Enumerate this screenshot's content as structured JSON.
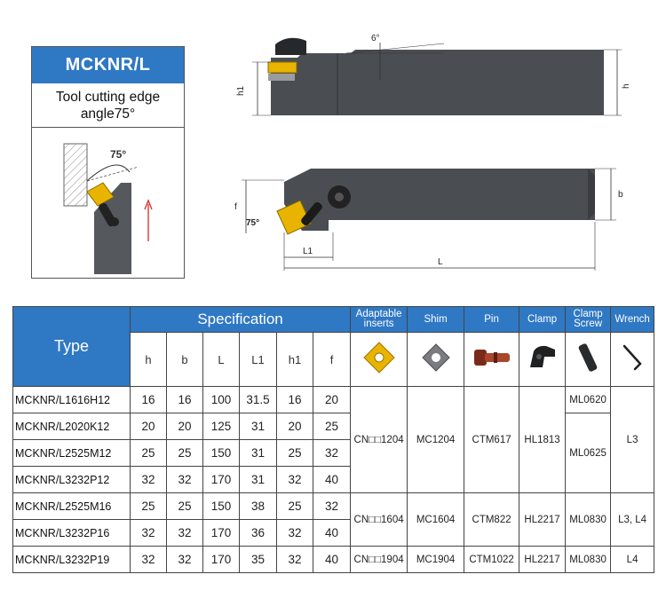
{
  "card": {
    "title": "MCKNR/L",
    "subtitle_line1": "Tool cutting edge",
    "subtitle_line2": "angle75°",
    "angle_label": "75°"
  },
  "drawing_top": {
    "angle_label": "6°",
    "h1_label": "h1",
    "h_label": "h"
  },
  "drawing_bottom": {
    "f_label": "f",
    "angle_label": "75°",
    "L1_label": "L1",
    "L_label": "L",
    "b_label": "b"
  },
  "table": {
    "type_header": "Type",
    "spec_header": "Specification",
    "accessory_headers": {
      "inserts_line1": "Adaptable",
      "inserts_line2": "inserts",
      "shim": "Shim",
      "pin": "Pin",
      "clamp": "Clamp",
      "screw_line1": "Clamp",
      "screw_line2": "Screw",
      "wrench": "Wrench"
    },
    "spec_columns": [
      "h",
      "b",
      "L",
      "L1",
      "h1",
      "f"
    ],
    "rows": [
      {
        "type": "MCKNR/L1616H12",
        "h": "16",
        "b": "16",
        "L": "100",
        "L1": "31.5",
        "h1": "16",
        "f": "20"
      },
      {
        "type": "MCKNR/L2020K12",
        "h": "20",
        "b": "20",
        "L": "125",
        "L1": "31",
        "h1": "20",
        "f": "25"
      },
      {
        "type": "MCKNR/L2525M12",
        "h": "25",
        "b": "25",
        "L": "150",
        "L1": "31",
        "h1": "25",
        "f": "32"
      },
      {
        "type": "MCKNR/L3232P12",
        "h": "32",
        "b": "32",
        "L": "170",
        "L1": "31",
        "h1": "32",
        "f": "40"
      },
      {
        "type": "MCKNR/L2525M16",
        "h": "25",
        "b": "25",
        "L": "150",
        "L1": "38",
        "h1": "25",
        "f": "32"
      },
      {
        "type": "MCKNR/L3232P16",
        "h": "32",
        "b": "32",
        "L": "170",
        "L1": "36",
        "h1": "32",
        "f": "40"
      },
      {
        "type": "MCKNR/L3232P19",
        "h": "32",
        "b": "32",
        "L": "170",
        "L1": "35",
        "h1": "32",
        "f": "40"
      }
    ],
    "groups": {
      "g12": {
        "insert": "CN□□1204",
        "shim": "MC1204",
        "pin": "CTM617",
        "clamp": "HL1813",
        "screw_a": "ML0620",
        "screw_b": "ML0625",
        "wrench": "L3"
      },
      "g16": {
        "insert": "CN□□1604",
        "shim": "MC1604",
        "pin": "CTM822",
        "clamp": "HL2217",
        "screw": "ML0830",
        "wrench": "L3, L4"
      },
      "g19": {
        "insert": "CN□□1904",
        "shim": "MC1904",
        "pin": "CTM1022",
        "clamp": "HL2217",
        "screw": "ML0830",
        "wrench": "L4"
      }
    }
  },
  "colors": {
    "header_blue": "#2f78c4",
    "insert_gold": "#e8b400",
    "tool_dark": "#4a4d52",
    "arrow_red": "#d62828"
  }
}
